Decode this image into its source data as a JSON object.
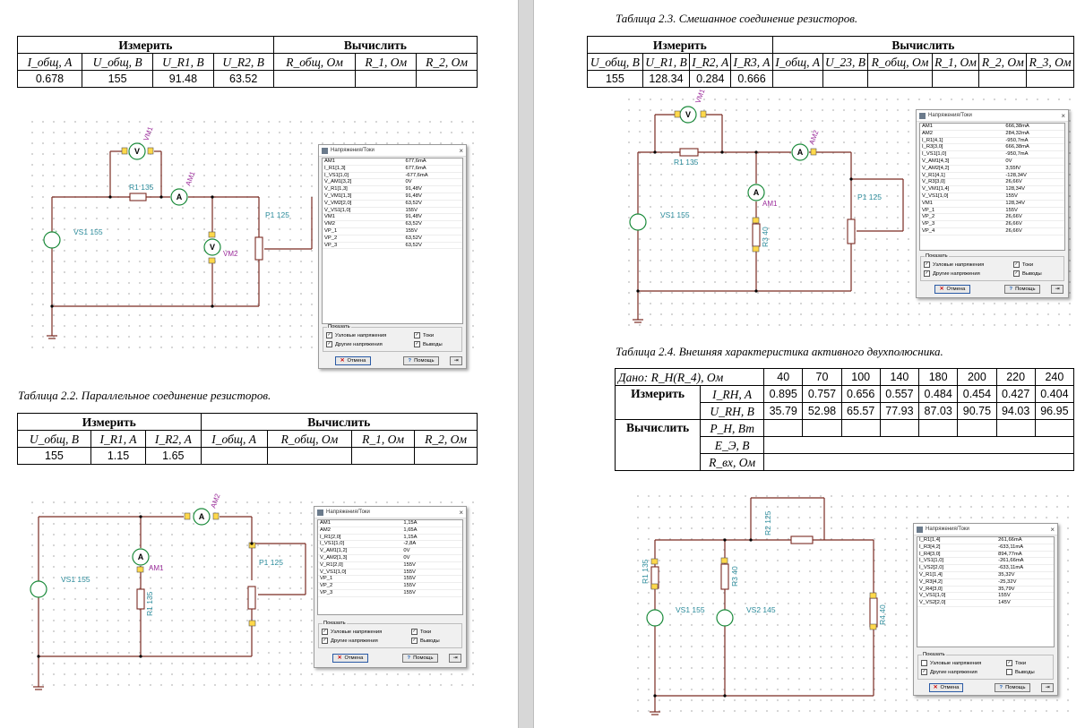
{
  "meas_label": "Измерить",
  "calc_label": "Вычислить",
  "t1": {
    "headers": [
      "I_общ, A",
      "U_общ, B",
      "U_R1, B",
      "U_R2, B",
      "R_общ, Ом",
      "R_1, Ом",
      "R_2, Ом"
    ],
    "values": [
      "0.678",
      "155",
      "91.48",
      "63.52",
      "",
      "",
      ""
    ]
  },
  "t2": {
    "caption": "Таблица 2.2. Параллельное соединение резисторов.",
    "headers": [
      "U_общ, B",
      "I_R1, A",
      "I_R2, A",
      "I_общ, A",
      "R_общ, Ом",
      "R_1, Ом",
      "R_2, Ом"
    ],
    "values": [
      "155",
      "1.15",
      "1.65",
      "",
      "",
      "",
      ""
    ]
  },
  "t3": {
    "caption": "Таблица 2.3. Смешанное соединение резисторов.",
    "headers": [
      "U_общ, B",
      "U_R1, B",
      "I_R2, A",
      "I_R3, A",
      "I_общ, A",
      "U_23, B",
      "R_общ, Ом",
      "R_1, Ом",
      "R_2, Ом",
      "R_3, Ом"
    ],
    "values": [
      "155",
      "128.34",
      "0.284",
      "0.666",
      "",
      "",
      "",
      "",
      "",
      ""
    ]
  },
  "t4": {
    "caption": "Таблица 2.4. Внешняя характеристика активного двухполюсника.",
    "given_label": "Дано: R_H(R_4), Ом",
    "r_values": [
      "40",
      "70",
      "100",
      "140",
      "180",
      "200",
      "220",
      "240"
    ],
    "i_label": "I_RH, A",
    "i_values": [
      "0.895",
      "0.757",
      "0.656",
      "0.557",
      "0.484",
      "0.454",
      "0.427",
      "0.404"
    ],
    "u_label": "U_RH, B",
    "u_values": [
      "35.79",
      "52.98",
      "65.57",
      "77.93",
      "87.03",
      "90.75",
      "94.03",
      "96.95"
    ],
    "p_label": "P_H, Вт",
    "e_label": "E_Э, B",
    "r_label": "R_вх, Ом"
  },
  "circuit1": {
    "vs": "VS1 155",
    "r1": "R1 135",
    "p1": "P1 125",
    "vm1": "VM1",
    "vm2": "VM2",
    "am1": "AM1",
    "v": "V",
    "a": "A"
  },
  "circuit2": {
    "vs": "VS1 155",
    "r1": "R1 135",
    "p1": "P1 125",
    "am1": "AM1",
    "am2": "AM2",
    "a": "A"
  },
  "circuit3": {
    "vs": "VS1 155",
    "r1": "R1 135",
    "r3": "R3 40",
    "p1": "P1 125",
    "vm1": "VM1",
    "am1": "AM1",
    "am2": "AM2",
    "v": "V",
    "a": "A"
  },
  "circuit4": {
    "vs1": "VS1 155",
    "vs2": "VS2 145",
    "r1": "R1 135",
    "r2": "R2 125",
    "r3": "R3 40",
    "r4": "R4 40"
  },
  "dialog_common": {
    "title": "Напряжения/Токи",
    "show": "Показать",
    "node_v": "Узловые напряжения",
    "other_v": "Другие напряжения",
    "currents": "Токи",
    "pins": "Выводы",
    "cancel": "Отмена",
    "help": "Помощь"
  },
  "dialog1": {
    "rows": [
      [
        "AM1",
        "677,6mA"
      ],
      [
        "I_R1[1,3]",
        "677,6mA"
      ],
      [
        "I_VS1[1,0]",
        "-677,6mA"
      ],
      [
        "V_AM1[3,2]",
        "0V"
      ],
      [
        "V_R1[1,3]",
        "91,48V"
      ],
      [
        "V_VM1[1,3]",
        "91,48V"
      ],
      [
        "V_VM2[2,0]",
        "63,52V"
      ],
      [
        "V_VS1[1,0]",
        "155V"
      ],
      [
        "VM1",
        "91,48V"
      ],
      [
        "VM2",
        "63,52V"
      ],
      [
        "VP_1",
        "155V"
      ],
      [
        "VP_2",
        "63,52V"
      ],
      [
        "VP_3",
        "63,52V"
      ]
    ]
  },
  "dialog2": {
    "rows": [
      [
        "AM1",
        "1,15A"
      ],
      [
        "AM2",
        "1,65A"
      ],
      [
        "I_R1[2,0]",
        "1,15A"
      ],
      [
        "I_VS1[1,0]",
        "-2,8A"
      ],
      [
        "V_AM1[1,2]",
        "0V"
      ],
      [
        "V_AM2[1,3]",
        "0V"
      ],
      [
        "V_R1[2,0]",
        "155V"
      ],
      [
        "V_VS1[1,0]",
        "155V"
      ],
      [
        "VP_1",
        "155V"
      ],
      [
        "VP_2",
        "155V"
      ],
      [
        "VP_3",
        "155V"
      ]
    ]
  },
  "dialog3": {
    "rows": [
      [
        "AM1",
        "666,38mA"
      ],
      [
        "AM2",
        "284,32mA"
      ],
      [
        "I_R1[4,1]",
        "-950,7mA"
      ],
      [
        "I_R3[3,0]",
        "666,38mA"
      ],
      [
        "I_VS1[1,0]",
        "-950,7mA"
      ],
      [
        "V_AM1[4,3]",
        "0V"
      ],
      [
        "V_AM2[4,2]",
        "3,55fV"
      ],
      [
        "V_R1[4,1]",
        "-128,34V"
      ],
      [
        "V_R3[3,0]",
        "26,66V"
      ],
      [
        "V_VM1[1,4]",
        "128,34V"
      ],
      [
        "V_VS1[1,0]",
        "155V"
      ],
      [
        "VM1",
        "128,34V"
      ],
      [
        "VP_1",
        "155V"
      ],
      [
        "VP_2",
        "26,66V"
      ],
      [
        "VP_3",
        "26,66V"
      ],
      [
        "VP_4",
        "26,66V"
      ]
    ]
  },
  "dialog4": {
    "rows": [
      [
        "I_R1[1,4]",
        "261,66mA"
      ],
      [
        "I_R3[4,2]",
        "-633,11mA"
      ],
      [
        "I_R4[3,0]",
        "894,77mA"
      ],
      [
        "I_VS1[1,0]",
        "-261,66mA"
      ],
      [
        "I_VS2[2,0]",
        "-633,11mA"
      ],
      [
        "V_R1[1,4]",
        "35,32V"
      ],
      [
        "V_R3[4,2]",
        "-25,32V"
      ],
      [
        "V_R4[3,0]",
        "35,79V"
      ],
      [
        "V_VS1[1,0]",
        "155V"
      ],
      [
        "V_VS2[2,0]",
        "145V"
      ]
    ]
  },
  "colors": {
    "wire": "#7a2a22",
    "label": "#2a8a9a",
    "meter_label": "#9b2c9b",
    "pin": "#ffd84a"
  }
}
